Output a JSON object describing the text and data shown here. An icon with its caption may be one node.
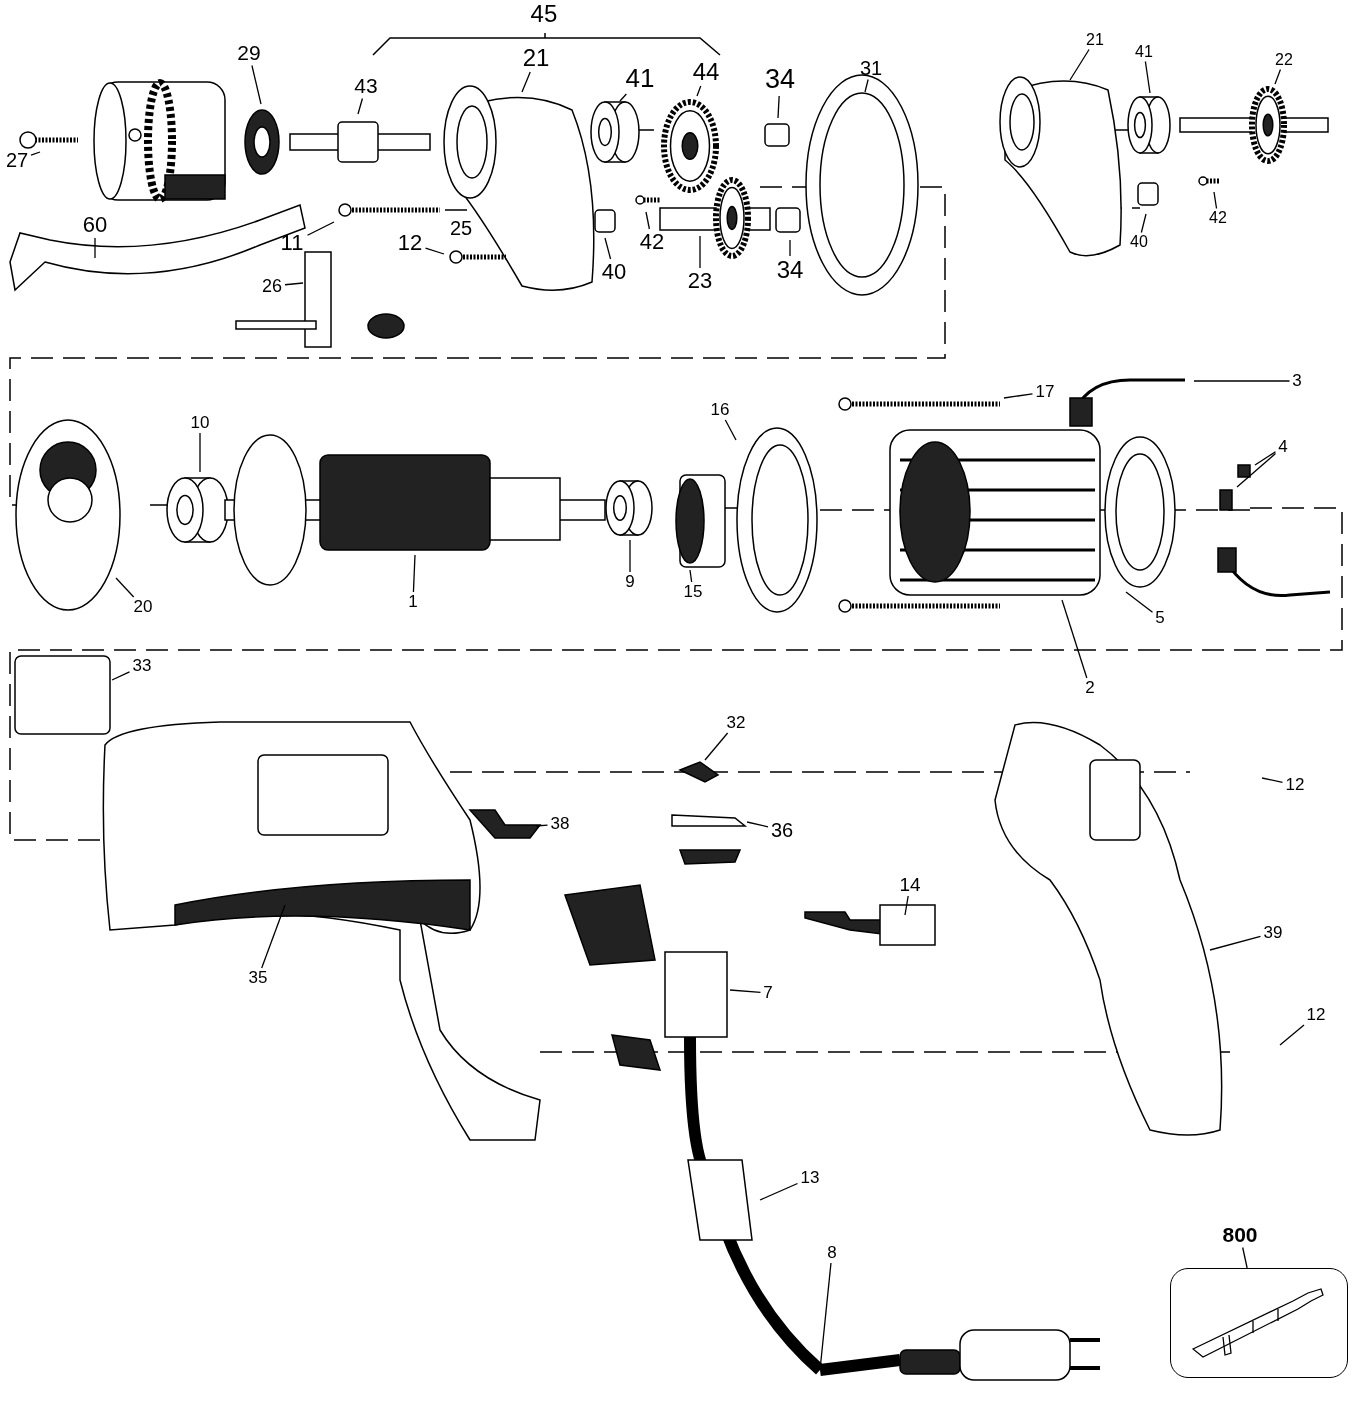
{
  "diagram": {
    "nodes": [
      {
        "text": [
          "27"
        ]
      },
      {
        "text": [
          "29"
        ]
      },
      {
        "text": [
          "43"
        ]
      },
      {
        "text": [
          "21"
        ]
      },
      {
        "text": [
          "41"
        ]
      },
      {
        "text": [
          "44"
        ]
      },
      {
        "text": [
          "34"
        ]
      },
      {
        "text": [
          "31"
        ]
      },
      {
        "text": [
          "21"
        ]
      },
      {
        "text": [
          "41"
        ]
      },
      {
        "text": [
          "22"
        ]
      },
      {
        "text": [
          "42"
        ]
      },
      {
        "text": [
          "40"
        ]
      },
      {
        "text": [
          "60"
        ]
      },
      {
        "text": [
          "11"
        ]
      },
      {
        "text": [
          "12"
        ]
      },
      {
        "text": [
          "26"
        ]
      },
      {
        "text": [
          "42"
        ]
      },
      {
        "text": [
          "40"
        ]
      },
      {
        "text": [
          "23"
        ]
      },
      {
        "text": [
          "34"
        ]
      },
      {
        "text": [
          "10"
        ]
      },
      {
        "text": [
          "20"
        ]
      },
      {
        "text": [
          "1"
        ]
      },
      {
        "text": [
          "9"
        ]
      },
      {
        "text": [
          "15"
        ]
      },
      {
        "text": [
          "16"
        ]
      },
      {
        "text": [
          "17"
        ]
      },
      {
        "text": [
          "3"
        ]
      },
      {
        "text": [
          "4"
        ]
      },
      {
        "text": [
          "5"
        ]
      },
      {
        "text": [
          "2"
        ]
      },
      {
        "text": [
          "33"
        ]
      },
      {
        "text": [
          "32"
        ]
      },
      {
        "text": [
          "38"
        ]
      },
      {
        "text": [
          "36"
        ]
      },
      {
        "text": [
          "12"
        ]
      },
      {
        "text": [
          "14"
        ]
      },
      {
        "text": [
          "39"
        ]
      },
      {
        "text": [
          "7"
        ]
      },
      {
        "text": [
          "35"
        ]
      },
      {
        "text": [
          "12"
        ]
      },
      {
        "text": [
          "13"
        ]
      },
      {
        "text": [
          "8"
        ]
      },
      {
        "text": [
          "800"
        ]
      },
      {
        "text": [],
        "shape": "picture"
      }
    ],
    "edges": [
      {
        "from": 0,
        "to": null,
        "arrow": "none"
      },
      {
        "from": 1,
        "to": null,
        "arrow": "none"
      },
      {
        "from": 2,
        "to": null,
        "arrow": "none"
      },
      {
        "from": 3,
        "to": null,
        "arrow": "none"
      },
      {
        "from": 4,
        "to": null,
        "arrow": "none"
      },
      {
        "from": 5,
        "to": null,
        "arrow": "none"
      },
      {
        "from": 6,
        "to": null,
        "arrow": "none"
      },
      {
        "from": 7,
        "to": null,
        "arrow": "none"
      },
      {
        "from": 8,
        "to": null,
        "arrow": "none"
      },
      {
        "from": 9,
        "to": null,
        "arrow": "none"
      },
      {
        "from": 10,
        "to": null,
        "arrow": "none"
      },
      {
        "from": 11,
        "to": null,
        "arrow": "none"
      },
      {
        "from": 12,
        "to": null,
        "arrow": "none"
      },
      {
        "from": 13,
        "to": null,
        "arrow": "none"
      },
      {
        "from": 14,
        "to": null,
        "arrow": "none"
      },
      {
        "from": 15,
        "to": null,
        "arrow": "none"
      },
      {
        "from": 16,
        "to": null,
        "arrow": "none"
      },
      {
        "from": 17,
        "to": null,
        "arrow": "none"
      },
      {
        "from": 18,
        "to": null,
        "arrow": "none"
      },
      {
        "from": 19,
        "to": null,
        "arrow": "none"
      },
      {
        "from": 20,
        "to": null,
        "arrow": "none"
      },
      {
        "from": 21,
        "to": null,
        "arrow": "none"
      },
      {
        "from": 22,
        "to": null,
        "arrow": "none"
      },
      {
        "from": 23,
        "to": null,
        "arrow": "none"
      },
      {
        "from": 24,
        "to": null,
        "arrow": "none"
      },
      {
        "from": 25,
        "to": null,
        "arrow": "none"
      },
      {
        "from": 26,
        "to": null,
        "arrow": "none"
      },
      {
        "from": 27,
        "to": null,
        "arrow": "none"
      },
      {
        "from": 28,
        "to": null,
        "arrow": "none"
      },
      {
        "from": 29,
        "to": null,
        "arrow": "none"
      },
      {
        "from": 29,
        "to": null,
        "arrow": "none"
      },
      {
        "from": 30,
        "to": null,
        "arrow": "none"
      },
      {
        "from": 31,
        "to": null,
        "arrow": "none"
      },
      {
        "from": 32,
        "to": null,
        "arrow": "none"
      },
      {
        "from": 33,
        "to": null,
        "arrow": "none"
      },
      {
        "from": 34,
        "to": null,
        "arrow": "none"
      },
      {
        "from": 35,
        "to": null,
        "arrow": "none"
      },
      {
        "from": 36,
        "to": null,
        "arrow": "none"
      },
      {
        "from": 37,
        "to": null,
        "arrow": "none"
      },
      {
        "from": 38,
        "to": null,
        "arrow": "none"
      },
      {
        "from": 39,
        "to": null,
        "arrow": "none"
      },
      {
        "from": 40,
        "to": null,
        "arrow": "none"
      },
      {
        "from": 41,
        "to": null,
        "arrow": "none"
      },
      {
        "from": 42,
        "to": null,
        "arrow": "none"
      },
      {
        "from": 43,
        "to": null,
        "arrow": "none"
      },
      {
        "from": 44,
        "to": 45,
        "arrow": "none"
      }
    ],
    "labels": [
      "45",
      "25"
    ]
  }
}
